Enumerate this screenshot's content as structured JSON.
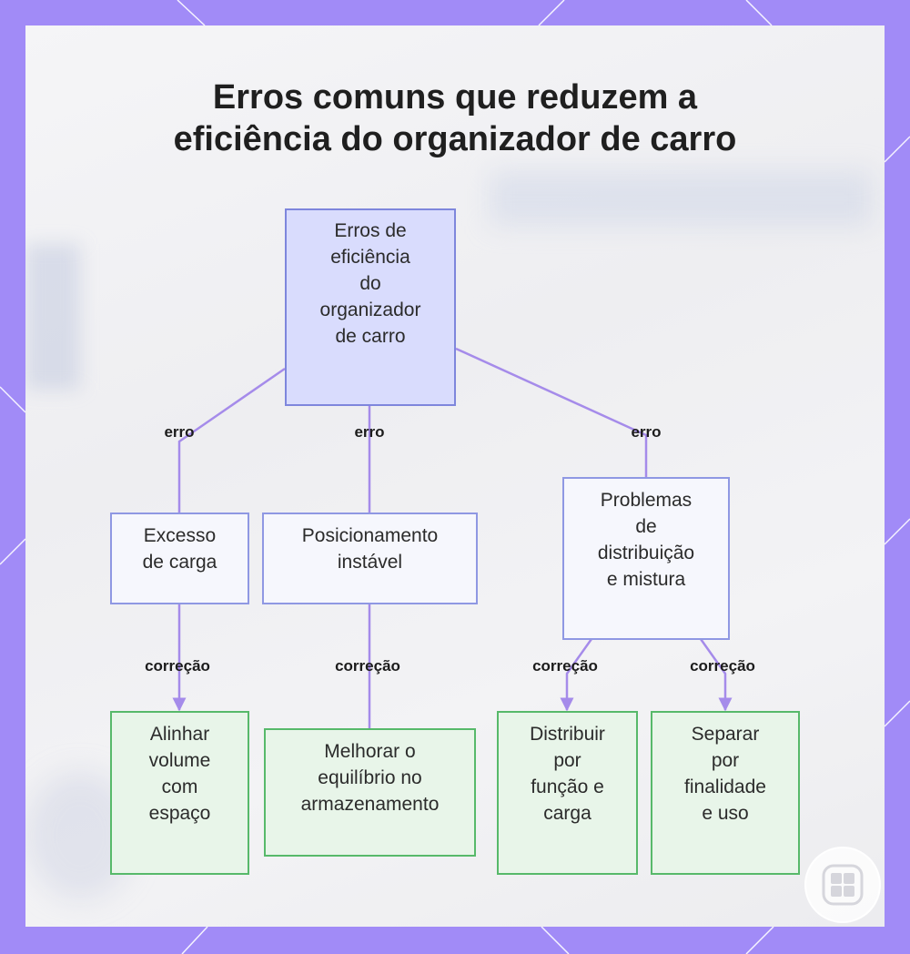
{
  "title": {
    "line1": "Erros comuns que reduzem a",
    "line2": "eficiência do organizador de carro"
  },
  "nodes": {
    "root": [
      "Erros de",
      "eficiência",
      "do",
      "organizador",
      "de carro"
    ],
    "excesso": [
      "Excesso",
      "de carga"
    ],
    "posicionamento": [
      "Posicionamento",
      "instável"
    ],
    "problemas": [
      "Problemas",
      "de",
      "distribuição",
      "e mistura"
    ],
    "alinhar": [
      "Alinhar",
      "volume",
      "com",
      "espaço"
    ],
    "melhorar": [
      "Melhorar o",
      "equilíbrio no",
      "armazenamento"
    ],
    "distribuir": [
      "Distribuir",
      "por",
      "função e",
      "carga"
    ],
    "separar": [
      "Separar",
      "por",
      "finalidade",
      "e uso"
    ]
  },
  "edge_labels": {
    "erro": "erro",
    "correcao": "correção"
  },
  "colors": {
    "frame": "#a18bf7",
    "root_fill": "#d9dcfd",
    "error_fill": "#f6f7fd",
    "error_border": "#8f98e3",
    "fix_fill": "#e8f5e9",
    "fix_border": "#57b96a",
    "edge": "#a58bea"
  },
  "icons": {
    "logo": "grid-logo-icon"
  }
}
